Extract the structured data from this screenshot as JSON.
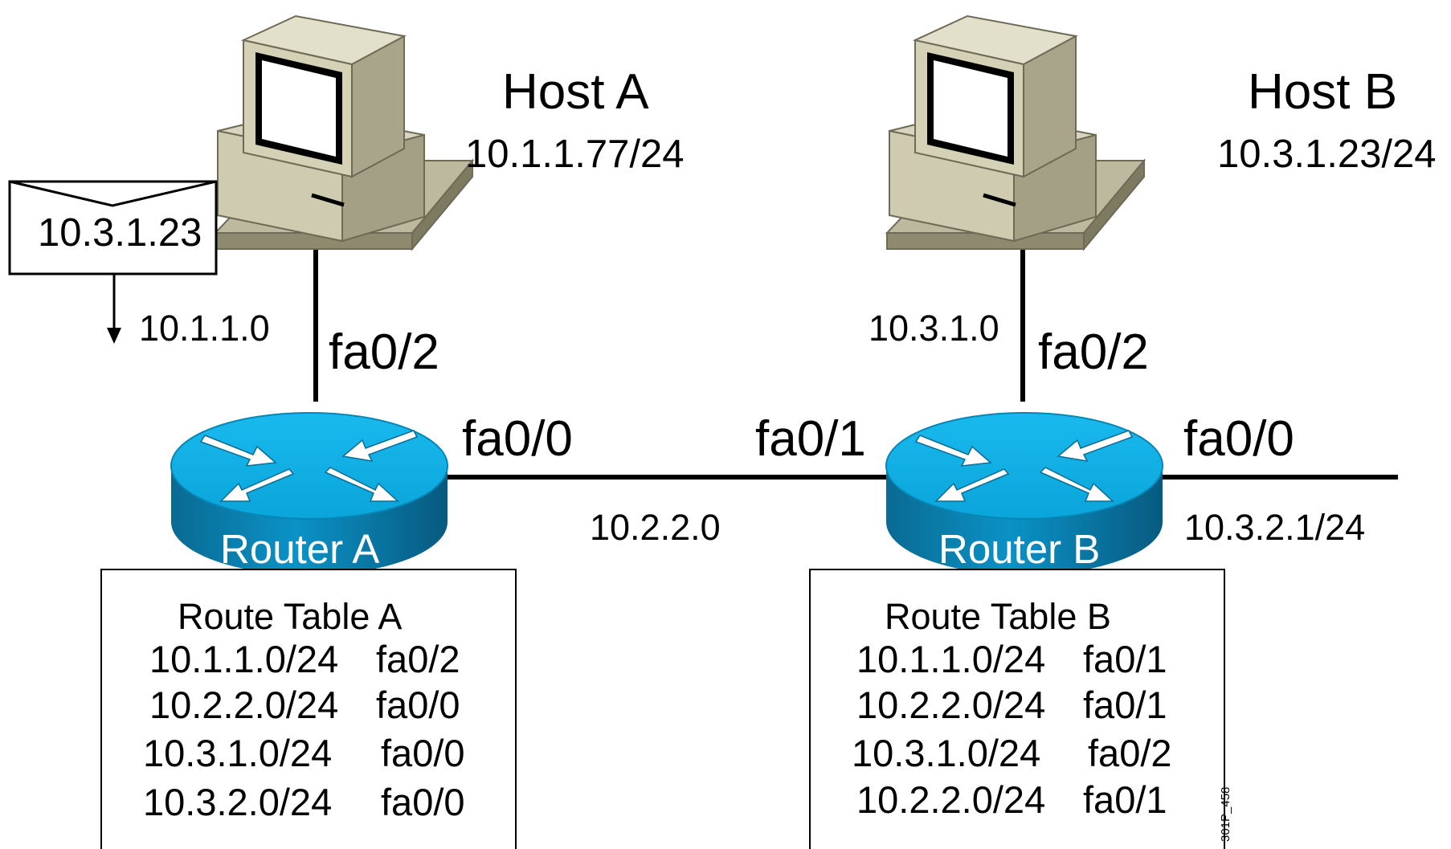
{
  "hosts": {
    "a": {
      "name": "Host A",
      "ip": "10.1.1.77/24"
    },
    "b": {
      "name": "Host B",
      "ip": "10.3.1.23/24"
    }
  },
  "packet": {
    "dest": "10.3.1.23"
  },
  "networks": {
    "a_lan": "10.1.1.0",
    "b_lan": "10.3.1.0",
    "transit": "10.2.2.0",
    "b_wan": "10.3.2.1/24"
  },
  "routers": {
    "a": {
      "name": "Router A",
      "lan_if": "fa0/2",
      "wan_if": "fa0/0"
    },
    "b": {
      "name": "Router B",
      "lan_if": "fa0/2",
      "transit_if": "fa0/1",
      "wan_if": "fa0/0"
    }
  },
  "route_tables": {
    "a": {
      "title": "Route Table A",
      "rows": [
        {
          "network": "10.1.1.0/24",
          "iface": "fa0/2"
        },
        {
          "network": "10.2.2.0/24",
          "iface": "fa0/0"
        },
        {
          "network": "10.3.1.0/24",
          "iface": "fa0/0"
        },
        {
          "network": "10.3.2.0/24",
          "iface": "fa0/0"
        }
      ]
    },
    "b": {
      "title": "Route Table B",
      "rows": [
        {
          "network": "10.1.1.0/24",
          "iface": "fa0/1"
        },
        {
          "network": "10.2.2.0/24",
          "iface": "fa0/1"
        },
        {
          "network": "10.3.1.0/24",
          "iface": "fa0/2"
        },
        {
          "network": "10.2.2.0/24",
          "iface": "fa0/1"
        }
      ]
    }
  },
  "figure_code": "301P_458",
  "colors": {
    "router": "#0ba7dc",
    "router_dark": "#0a6d96",
    "computer": "#d3d0b9",
    "computer_shade": "#a8a48a"
  }
}
